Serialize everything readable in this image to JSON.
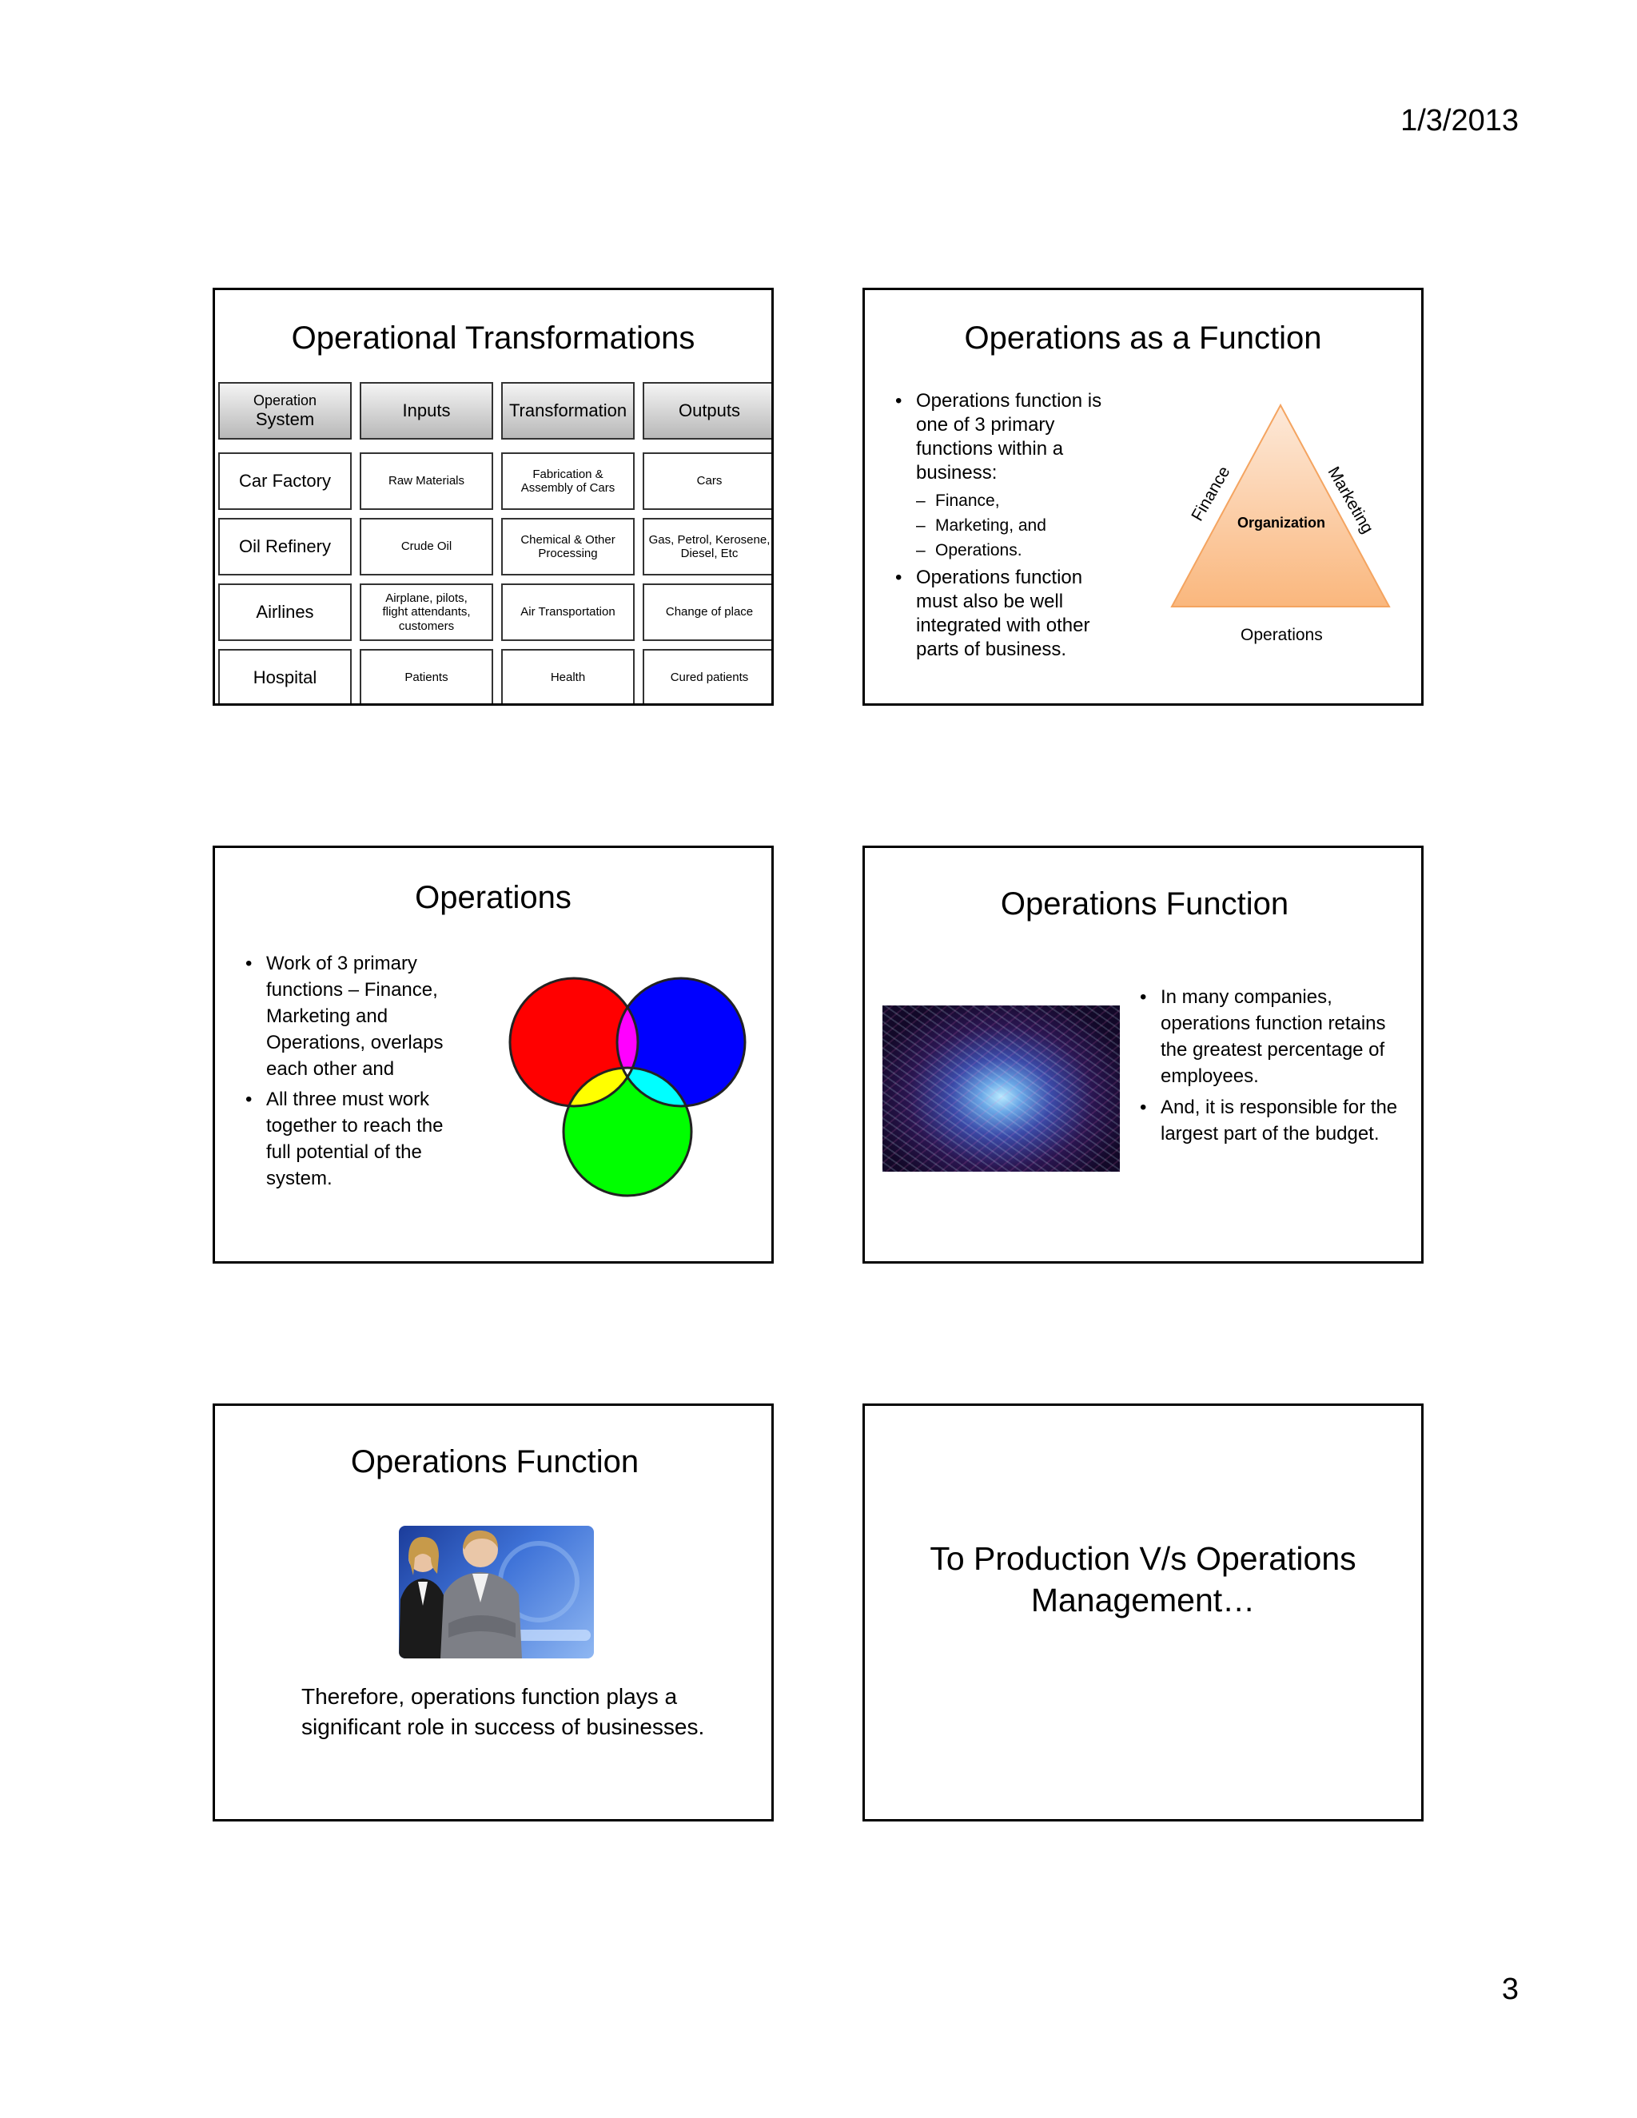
{
  "header": {
    "date": "1/3/2013"
  },
  "footer": {
    "page_number": "3"
  },
  "slides": [
    {
      "title": "Operational Transformations",
      "table": {
        "headers": [
          {
            "line1": "Operation",
            "line2": "System"
          },
          "Inputs",
          "Transformation",
          "Outputs"
        ],
        "rows": [
          [
            "Car Factory",
            "Raw Materials",
            "Fabrication & Assembly of Cars",
            "Cars"
          ],
          [
            "Oil Refinery",
            "Crude Oil",
            "Chemical & Other Processing",
            "Gas, Petrol, Kerosene, Diesel, Etc"
          ],
          [
            "Airlines",
            "Airplane, pilots, flight attendants, customers",
            "Air Transportation",
            "Change of place"
          ],
          [
            "Hospital",
            "Patients",
            "Health",
            "Cured patients"
          ]
        ]
      }
    },
    {
      "title": "Operations as a Function",
      "bullets": [
        "Operations function is one of 3 primary functions within a business:",
        "Operations function must also be well integrated with other parts of business."
      ],
      "sub_bullets": [
        "Finance,",
        "Marketing, and",
        "Operations."
      ],
      "triangle": {
        "center": "Organization",
        "left": "Finance",
        "right": "Marketing",
        "bottom": "Operations",
        "fill_top": "#fde9d9",
        "fill_bottom": "#fab77d"
      }
    },
    {
      "title": "Operations",
      "bullets": [
        "Work of 3 primary functions – Finance, Marketing and Operations, overlaps each other and",
        "All three must work together to reach the full potential of the system."
      ],
      "venn_colors": {
        "red": "#ff0000",
        "blue": "#0000ff",
        "green": "#00ff00",
        "magenta": "#ff00ff",
        "yellow": "#ffff00",
        "cyan": "#00ffff",
        "white": "#ffffff"
      }
    },
    {
      "title": "Operations Function",
      "bullets": [
        "In many companies, operations function retains the greatest percentage of employees.",
        "And, it is responsible for the largest part of the budget."
      ]
    },
    {
      "title": "Operations Function",
      "caption": "Therefore, operations function plays a significant role in success of businesses."
    },
    {
      "title_line1": "To Production V/s Operations",
      "title_line2": "Management…"
    }
  ]
}
